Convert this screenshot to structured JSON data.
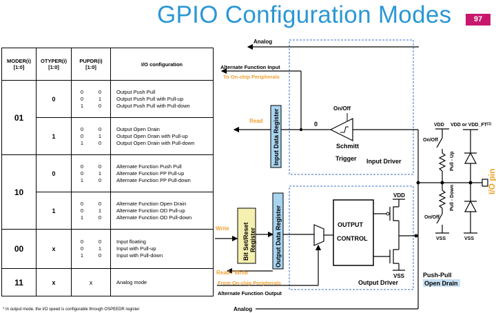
{
  "title": "GPIO Configuration Modes",
  "slide_number": "97",
  "table": {
    "headers": [
      "MODER(i)\n[1:0]",
      "OTYPER(i)\n[1:0]",
      "PUPDR(i)\n[1:0]",
      "I/O configuration"
    ],
    "moder": [
      "01",
      "10",
      "00",
      "11"
    ],
    "otyper": [
      "0",
      "1",
      "0",
      "1",
      "x",
      "x"
    ],
    "pupdr_triplet": [
      [
        "0",
        "0"
      ],
      [
        "0",
        "1"
      ],
      [
        "1",
        "0"
      ]
    ],
    "pupdr_analog": "x",
    "io": [
      [
        "Output Push Pull",
        "Output Push Pull with Pull-up",
        "Output Push Pull with Pull-down"
      ],
      [
        "Output Open Drain",
        "Output Open Drain with Pull-up",
        "Output Open Drain with Pull-down"
      ],
      [
        "Alternate Function Push Pull",
        "Alternate Function PP Pull-up",
        "Alternate Function PP Pull-down"
      ],
      [
        "Alternate Function Open Drain",
        "Alternate Function OD Pull-up",
        "Alternate Function OD Pull-down"
      ],
      [
        "Input floating",
        "Input with Pull-up",
        "Input with Pull-down"
      ],
      [
        "Analog mode"
      ]
    ]
  },
  "footnote": "* In output mode, the I/O speed is configurable through OSPEEDR register",
  "diagram": {
    "analog_top": "Analog",
    "alt_func_input": "Alternate Function Input",
    "to_onchip": "To On-chip Peripherals",
    "read": "Read",
    "input_data_register": "Input Data Register",
    "zero": "0",
    "on_off": "On/Off",
    "schmitt": "Schmitt",
    "trigger": "Trigger",
    "input_driver": "Input Driver",
    "write": "Write",
    "bit_set_reset": "Bit Set/Reset\nRegister",
    "output_data_register": "Output Data Register",
    "read_write": "Read / Write",
    "from_onchip": "From On-chip Peripherals",
    "alt_func_output": "Alternate Function Output",
    "analog_bottom": "Analog",
    "output_control": [
      "OUTPUT",
      "CONTROL"
    ],
    "vdd": "VDD",
    "vss": "VSS",
    "output_driver": "Output Driver",
    "push_pull": "Push-Pull",
    "open_drain": "Open Drain",
    "vdd_pin": "VDD",
    "vdd_or_ft": "VDD or VDD_FT",
    "ft_super": "(1)",
    "on_off_up": "On/Off",
    "pull_up": "Pull - Up",
    "on_off_down": "On/Off",
    "pull_down": "Pull - Down",
    "vss_left": "VSS",
    "vss_right": "VSS",
    "io_pin": "I/O pin"
  },
  "colors": {
    "title": "#2a97d4",
    "badge": "#c8186e",
    "orange_label": "#f0a030",
    "register_blue": "#a8d4f0",
    "register_yellow": "#f5f0b0",
    "open_drain_bg": "#c8e0f4",
    "dashed_box": "#3a6ec8",
    "io_pin": "#f0a020"
  }
}
